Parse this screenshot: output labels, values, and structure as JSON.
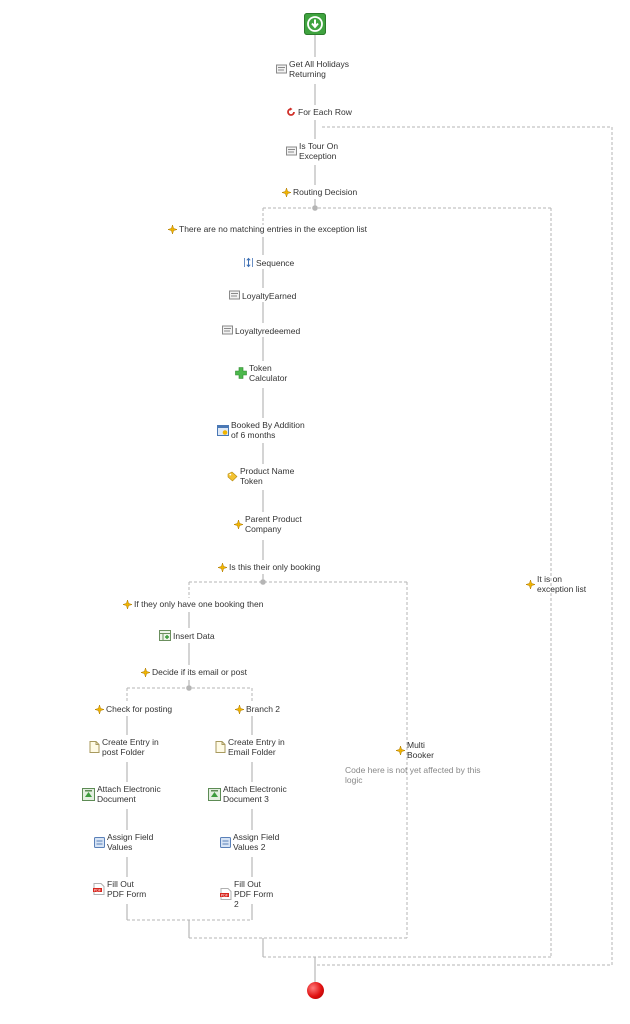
{
  "workflow": {
    "steps": {
      "get_holidays": "Get All Holidays Returning",
      "for_each": "For Each Row",
      "is_tour": "Is Tour On Exception",
      "routing": "Routing Decision",
      "no_matching": "There are no matching entries in the exception list",
      "sequence": "Sequence",
      "loyalty_earned": "LoyaltyEarned",
      "loyalty_redeemed": "Loyaltyredeemed",
      "token_calc": "Token Calculator",
      "booked_by": "Booked By Addition of 6 months",
      "product_name": "Product Name Token",
      "parent_product": "Parent Product Company",
      "only_booking": "Is this their only booking",
      "on_exception": "It is on exception list",
      "one_booking": "If they only have one booking then",
      "insert_data": "Insert Data",
      "decide": "Decide if its email or post",
      "check_posting": "Check for posting",
      "branch2": "Branch 2",
      "create_post": "Create Entry in post Folder",
      "create_email": "Create Entry in Email Folder",
      "attach1": "Attach Electronic Document",
      "attach3": "Attach Electronic Document 3",
      "assign1": "Assign Field Values",
      "assign2": "Assign Field Values 2",
      "fill1": "Fill Out PDF Form",
      "fill2": "Fill Out PDF Form 2",
      "multi_booker": "Multi Booker",
      "multi_note": "Code here is not yet affected by this logic"
    },
    "icons": {
      "start": "download-arrow-icon",
      "end": "red-stop-icon",
      "query": "query-icon",
      "loop": "loop-icon",
      "decision": "decision-star-icon",
      "sequence": "sequence-icon",
      "calculator": "green-plus-icon",
      "date": "calendar-icon",
      "token": "token-icon",
      "insert": "insert-data-icon",
      "document": "document-icon",
      "attach": "attach-document-icon",
      "assign": "assign-fields-icon",
      "pdf": "pdf-icon"
    },
    "colors": {
      "start": "#3fa33f",
      "end": "#e01010",
      "decision": "#f0b400",
      "loop": "#d0302a",
      "connector": "#a9a9a9"
    }
  }
}
